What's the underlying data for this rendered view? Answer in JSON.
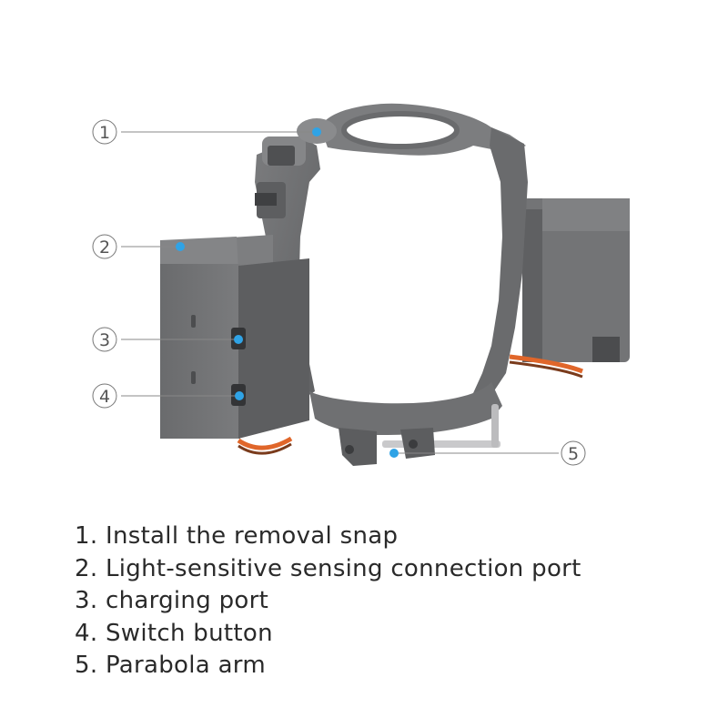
{
  "callouts": [
    {
      "number": "1"
    },
    {
      "number": "2"
    },
    {
      "number": "3"
    },
    {
      "number": "4"
    },
    {
      "number": "5"
    }
  ],
  "legend": [
    "1. Install the removal snap",
    "2. Light-sensitive sensing connection port",
    "3. charging port",
    "4. Switch button",
    "5. Parabola arm"
  ],
  "colors": {
    "marker_dot": "#2fa3e6",
    "device_body": "#6e6f71",
    "device_dark": "#545557",
    "cable_orange": "#e0662a"
  }
}
